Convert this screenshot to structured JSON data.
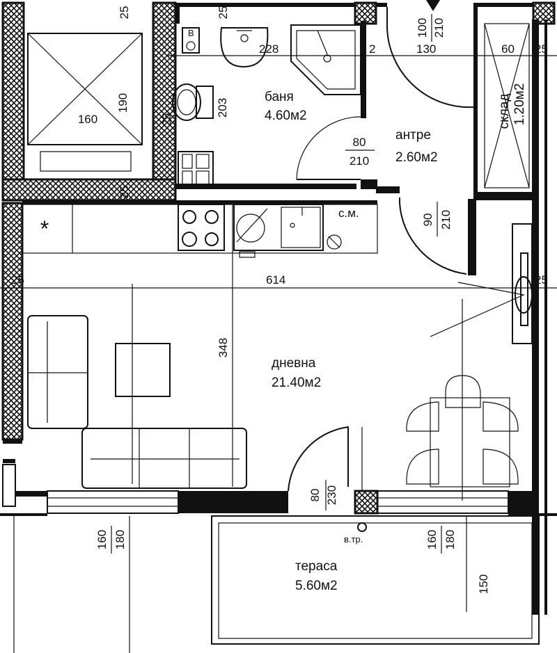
{
  "rooms": {
    "bathroom": {
      "name": "баня",
      "area": "4.60м2"
    },
    "hall": {
      "name": "антре",
      "area": "2.60м2"
    },
    "storage": {
      "name": "склад",
      "area": "1.20м2"
    },
    "living": {
      "name": "дневна",
      "area": "21.40м2"
    },
    "terrace": {
      "name": "тераса",
      "area": "5.60м2"
    }
  },
  "labels": {
    "washing_machine": "с.м.",
    "boiler": "В",
    "vent_symbol": "*",
    "drain": "в.тр."
  },
  "dimensions": {
    "d25": "25",
    "d228": "228",
    "d2": "2",
    "d130": "130",
    "d60": "60",
    "d160": "160",
    "d190": "190",
    "d203": "203",
    "d614": "614",
    "d348": "348",
    "d150": "150",
    "d180": "180"
  },
  "doors": {
    "entry": {
      "width": "100",
      "height": "210"
    },
    "bathroom": {
      "width": "80",
      "height": "210"
    },
    "living": {
      "width": "90",
      "height": "210"
    },
    "terrace": {
      "width": "80",
      "height": "230"
    }
  },
  "windows": {
    "left": {
      "sill": "160",
      "height": "180"
    },
    "right": {
      "sill": "160",
      "height": "180"
    }
  }
}
